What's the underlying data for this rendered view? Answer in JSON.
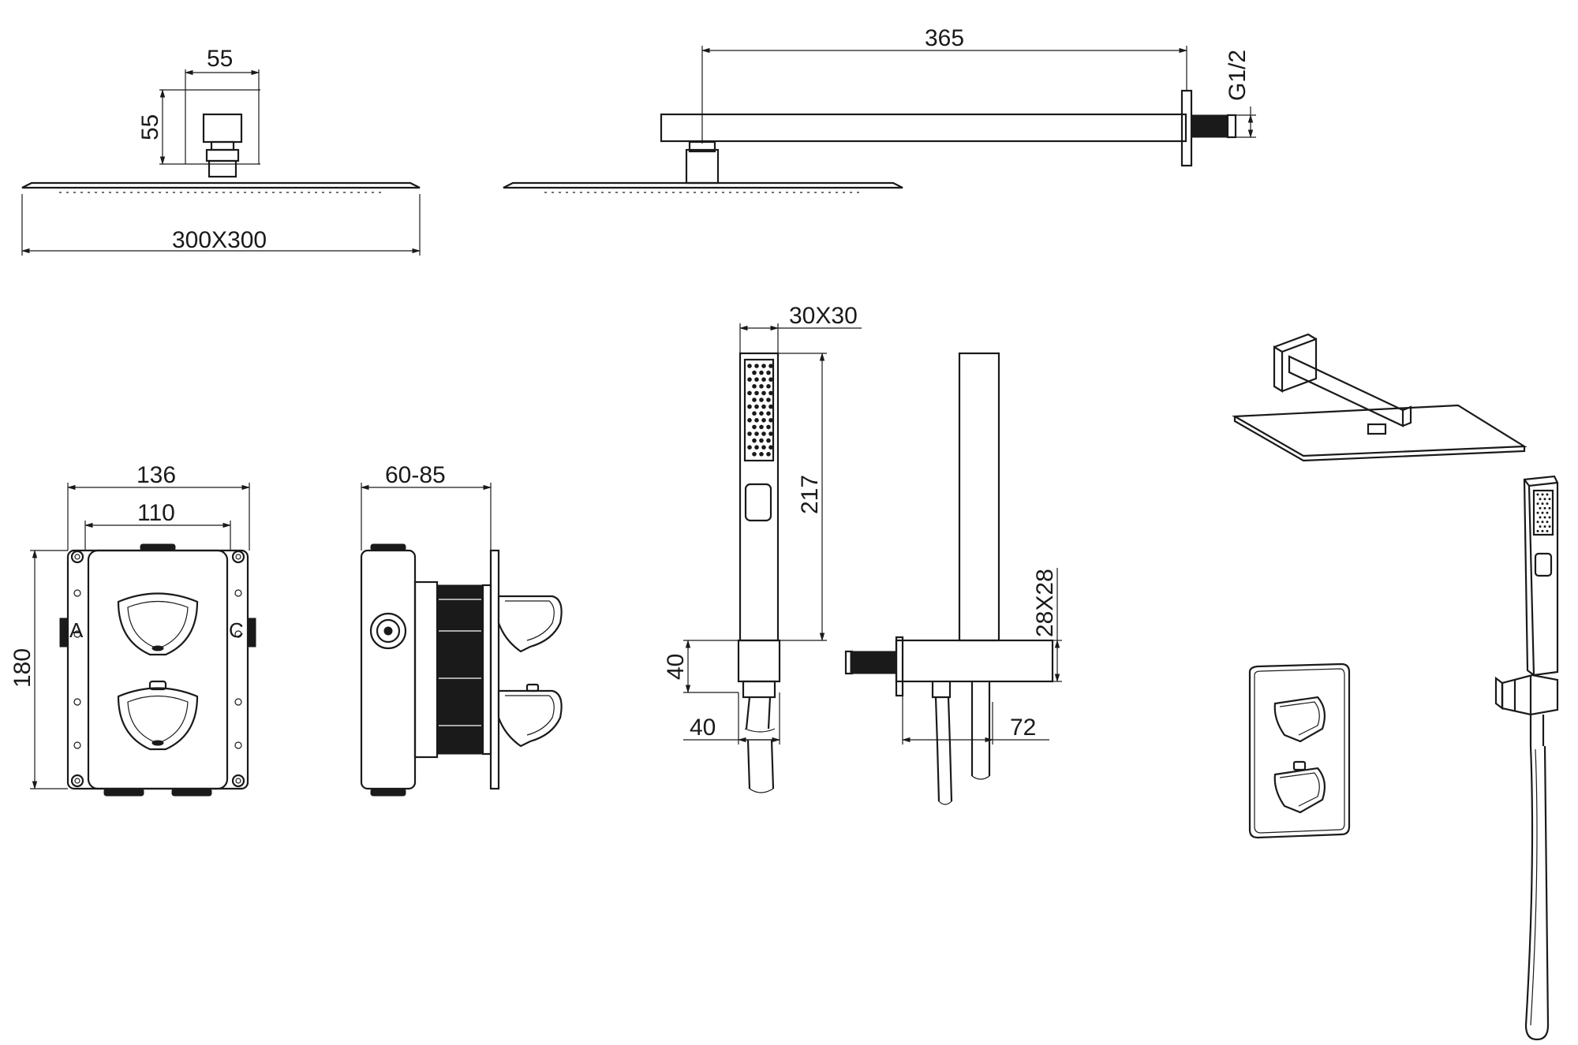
{
  "dimensions": {
    "head_width": "55",
    "head_height": "55",
    "head_size": "300X300",
    "arm_length": "365",
    "thread": "G1/2",
    "valve_outer_width": "136",
    "valve_plate_width": "110",
    "valve_height": "180",
    "valve_depth": "60-85",
    "handset_section": "30X30",
    "handset_length": "217",
    "holder_height": "40",
    "holder_width": "40",
    "bracket_section": "28X28",
    "bracket_depth": "72"
  },
  "valve_labels": {
    "left": "A",
    "right": "C"
  }
}
